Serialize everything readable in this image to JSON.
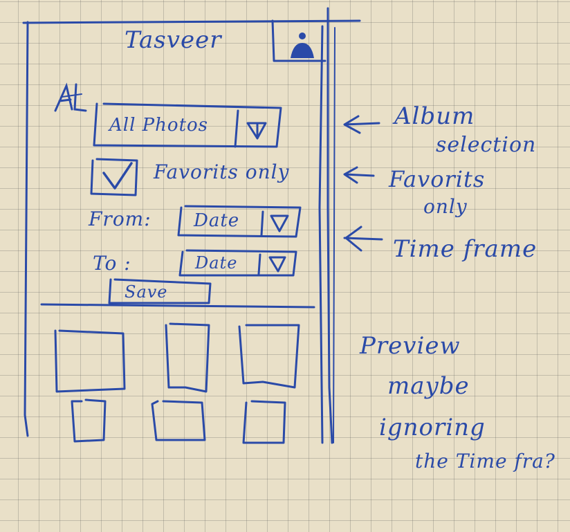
{
  "app": {
    "title": "Tasveer",
    "profile_icon": "person-icon"
  },
  "album": {
    "scribble": "Al",
    "value": "All Photos",
    "dropdown_icon": "chevron-down-icon"
  },
  "favorites": {
    "checked": true,
    "label": "Favorits only"
  },
  "from": {
    "label": "From:",
    "value": "Date"
  },
  "to": {
    "label": "To :",
    "value": "Date"
  },
  "save": {
    "label": "Save"
  },
  "annotations": {
    "album_1": "Album",
    "album_2": "selection",
    "favorites_1": "Favorits",
    "favorites_2": "only",
    "timeframe": "Time frame",
    "preview_1": "Preview",
    "preview_2": "maybe",
    "preview_3": "ignoring",
    "preview_4": "the Time fra?"
  }
}
